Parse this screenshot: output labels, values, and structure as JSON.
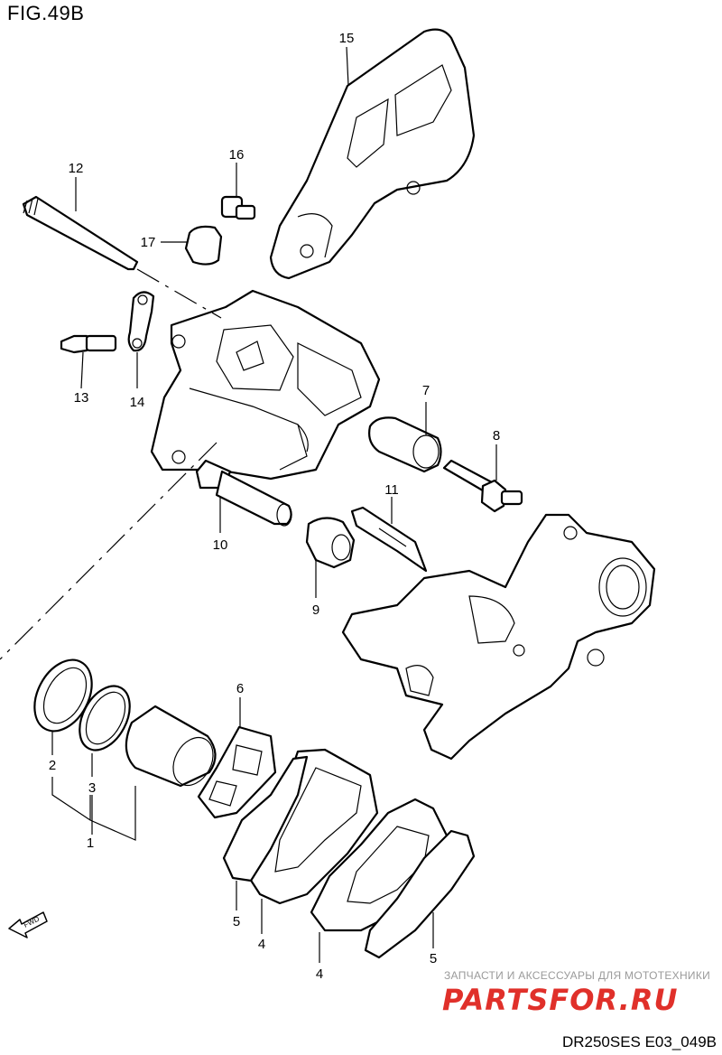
{
  "figure": {
    "title": "FIG.49B",
    "code": "DR250SES E03_049B"
  },
  "watermark": {
    "text": "ЗАПЧАСТИ И АКСЕССУАРЫ ДЛЯ МОТОТЕХНИКИ",
    "logo": "PARTSFOR.RU"
  },
  "fwd_label": "FWD",
  "callouts": {
    "c1": "1",
    "c2": "2",
    "c3": "3",
    "c4a": "4",
    "c4b": "4",
    "c5a": "5",
    "c5b": "5",
    "c6": "6",
    "c7": "7",
    "c8": "8",
    "c9": "9",
    "c10": "10",
    "c11": "11",
    "c12": "12",
    "c13": "13",
    "c14": "14",
    "c15": "15",
    "c16": "16",
    "c17": "17"
  }
}
